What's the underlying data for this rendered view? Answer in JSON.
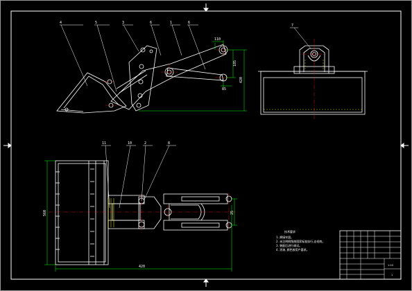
{
  "colors": {
    "background": "#000000",
    "outline": "#ffffff",
    "centerline": "#ff2020",
    "dimension": "#00ff00",
    "hidden": "#ffff00"
  },
  "callouts_side": [
    "4",
    "5",
    "3",
    "6",
    "1",
    "6"
  ],
  "callouts_front": [
    "7"
  ],
  "callouts_top": [
    "11",
    "10",
    "2",
    "8"
  ],
  "dimensions": {
    "side_height_main": "420",
    "side_height_inner": "185",
    "side_width_small": "110",
    "side_offset": "85",
    "top_width": "560",
    "top_length": "420",
    "top_right": "25"
  },
  "notes": {
    "title": "技术要求",
    "lines": [
      "1. 焊接牢固。",
      "2. 未注明倒角按国家标准执行,去毛刺。",
      "3. 装配后进行调试。",
      "4. 涂漆, 颜色按用户要求。"
    ]
  },
  "title_block": {
    "scale": "1:10",
    "sheet": "1"
  }
}
